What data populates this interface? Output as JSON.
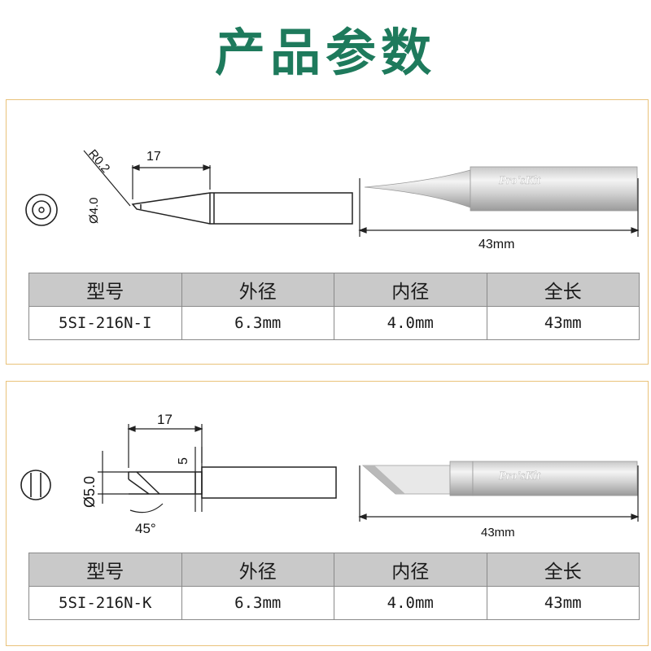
{
  "title": "产品参数",
  "columns": [
    "型号",
    "外径",
    "内径",
    "全长"
  ],
  "products": [
    {
      "row": [
        "5SI-216N-I",
        "6.3mm",
        "4.0mm",
        "43mm"
      ],
      "dims": {
        "length": "17",
        "radius": "R0.2",
        "diameter": "Ø4.0",
        "total": "43mm"
      },
      "brand": "Pro'sKit"
    },
    {
      "row": [
        "5SI-216N-K",
        "6.3mm",
        "4.0mm",
        "43mm"
      ],
      "dims": {
        "length": "17",
        "edge": "5",
        "diameter": "Ø5.0",
        "angle": "45°",
        "total": "43mm"
      },
      "brand": "Pro'sKit"
    }
  ]
}
